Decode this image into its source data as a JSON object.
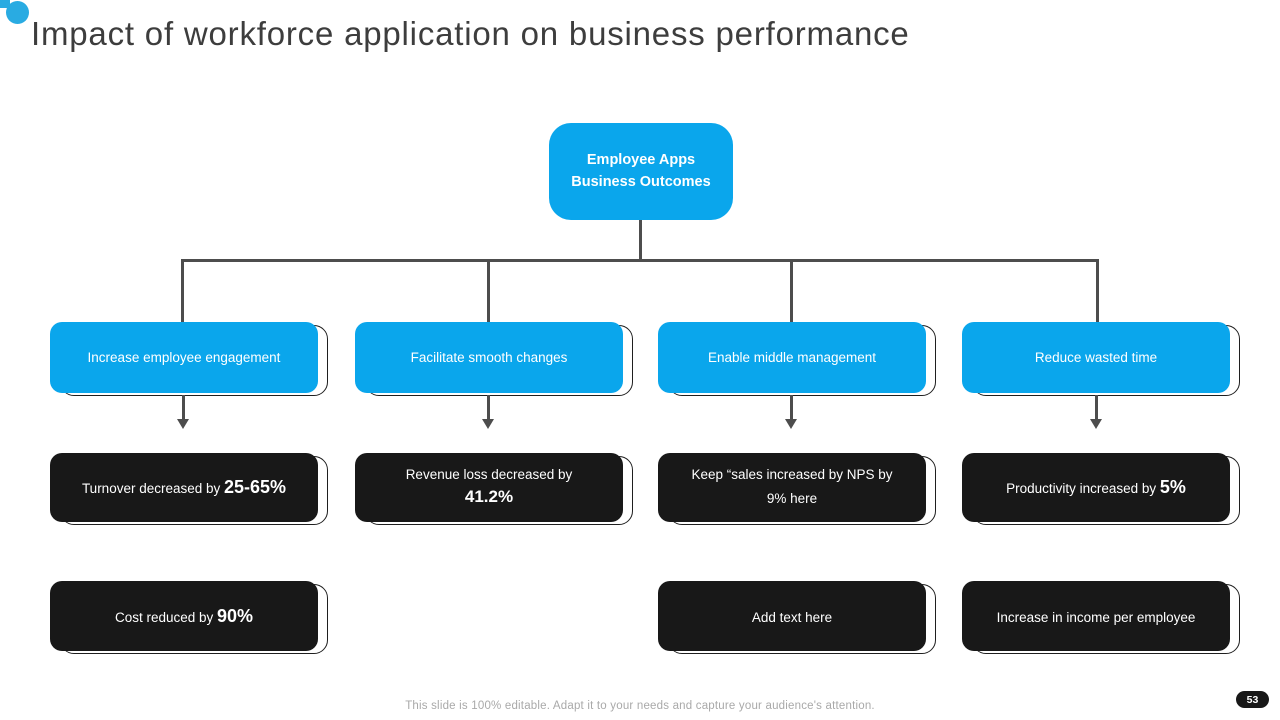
{
  "slide": {
    "title": "Impact of workforce application on business performance",
    "footer": "This slide is 100% editable. Adapt it to your needs and capture your audience's attention.",
    "page_number": "53"
  },
  "colors": {
    "accent_blue": "#0AA6EC",
    "decor_blue": "#29ABE2",
    "dark": "#181818",
    "connector": "#4D4D4D"
  },
  "diagram": {
    "root": {
      "label": "Employee Apps Business Outcomes"
    },
    "columns": [
      {
        "header": "Increase employee engagement",
        "row1_prefix": "Turnover decreased by ",
        "row1_value": "25-65%",
        "row2_prefix": "Cost reduced by ",
        "row2_value": "90%"
      },
      {
        "header": "Facilitate smooth changes",
        "row1_prefix": "Revenue loss decreased by",
        "row1_value": "41.2%"
      },
      {
        "header": "Enable middle management",
        "row1_prefix": "Keep “sales increased by NPS by 9% here",
        "row1_value": "",
        "row2_prefix": "Add text here",
        "row2_value": ""
      },
      {
        "header": "Reduce wasted time",
        "row1_prefix": "Productivity increased by ",
        "row1_value": "5%",
        "row2_prefix": "Increase in income per employee",
        "row2_value": ""
      }
    ]
  }
}
